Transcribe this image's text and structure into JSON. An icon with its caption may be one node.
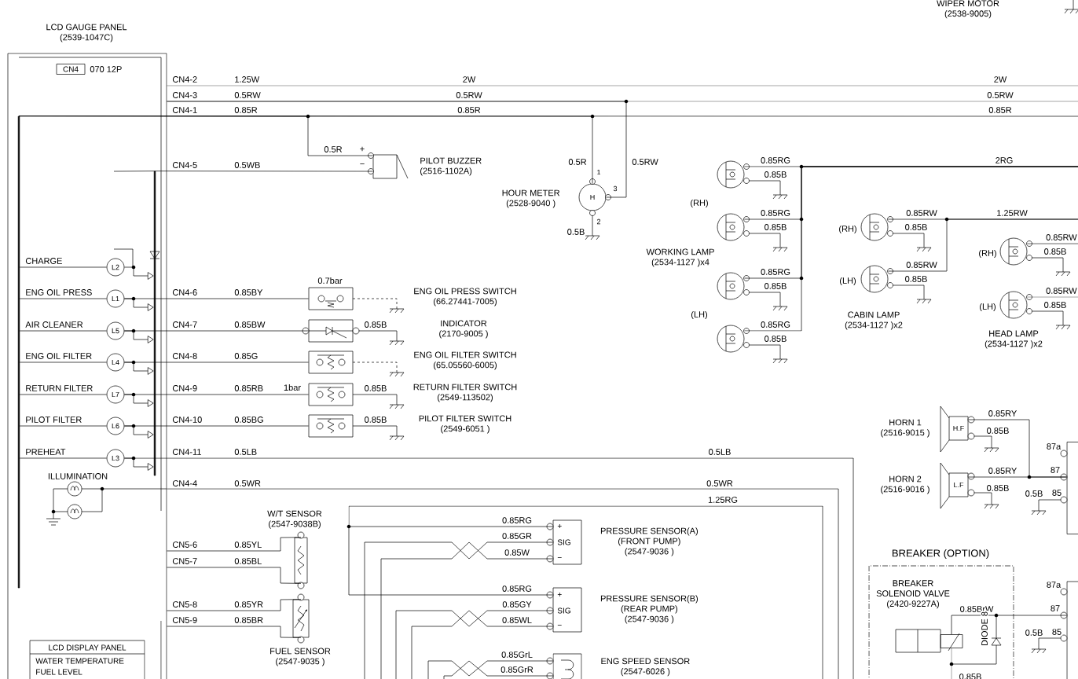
{
  "diagram": {
    "nodes": [
      {
        "text": [
          "LCD GAUGE PANEL (2539-1047C)"
        ]
      },
      {
        "text": [
          "CN4"
        ],
        "beside": [
          "070 12P"
        ],
        "in": 0
      },
      {
        "text": [
          "L2"
        ],
        "in": 0
      },
      {
        "text": [
          "L1"
        ],
        "in": 0
      },
      {
        "text": [
          "L5"
        ],
        "in": 0
      },
      {
        "text": [
          "L4"
        ],
        "in": 0
      },
      {
        "text": [
          "L7"
        ],
        "in": 0
      },
      {
        "text": [
          "L6"
        ],
        "in": 0
      },
      {
        "text": [
          "L3"
        ],
        "in": 0
      },
      {
        "text": [
          "LCD DISPLAY PANEL",
          "WATER TEMPERATURE",
          "FUEL LEVEL"
        ],
        "in": 0
      },
      {
        "text": [],
        "shape": "box",
        "beside": [
          "PILOT BUZZER (2516-1102A)"
        ]
      },
      {
        "text": [
          "H"
        ],
        "beside": [
          "HOUR METER (2528-9040 )"
        ]
      },
      {
        "text": [],
        "shape": "box",
        "beside": [
          "0.7bar"
        ]
      },
      {
        "text": [],
        "shape": "box"
      },
      {
        "text": [],
        "shape": "box"
      },
      {
        "text": [],
        "shape": "box",
        "beside": [
          "1bar"
        ]
      },
      {
        "text": [],
        "shape": "box"
      },
      {
        "text": [],
        "shape": "box",
        "beside": [
          "W/T SENSOR (2547-9038B)"
        ]
      },
      {
        "text": [],
        "shape": "box",
        "beside": [
          "FUEL SENSOR (2547-9035 )"
        ]
      },
      {
        "text": [
          "+",
          "SIG",
          "−"
        ],
        "beside": [
          "PRESSURE SENSOR(A) (FRONT PUMP) (2547-9036 )"
        ]
      },
      {
        "text": [
          "+",
          "SIG",
          "−"
        ],
        "beside": [
          "PRESSURE SENSOR(B) (REAR PUMP) (2547-9036 )"
        ]
      },
      {
        "text": [],
        "shape": "box",
        "beside": [
          "ENG SPEED SENSOR (2547-6026 )"
        ]
      },
      {
        "text": [],
        "shape": "lamp"
      },
      {
        "text": [],
        "shape": "lamp"
      },
      {
        "text": [],
        "shape": "lamp"
      },
      {
        "text": [],
        "shape": "lamp"
      },
      {
        "text": [],
        "shape": "lamp"
      },
      {
        "text": [],
        "shape": "lamp"
      },
      {
        "text": [],
        "shape": "lamp"
      },
      {
        "text": [],
        "shape": "lamp"
      },
      {
        "text": [
          "H.F"
        ],
        "beside": [
          "HORN 1 (2516-9015 )"
        ]
      },
      {
        "text": [
          "L.F"
        ],
        "beside": [
          "HORN 2 (2516-9016 )"
        ]
      },
      {
        "text": [],
        "shape": "box"
      },
      {
        "text": [
          "BREAKER (OPTION)"
        ]
      },
      {
        "text": [],
        "shape": "box",
        "beside": [
          "BREAKER SOLENOID VALVE (2420-9227A)"
        ],
        "in": 33
      },
      {
        "text": [],
        "shape": "box"
      },
      {
        "text": [],
        "shape": "bar",
        "in": 0
      },
      {
        "text": [],
        "shape": "bar",
        "in": 0
      }
    ],
    "edges": [
      {
        "from": 0,
        "to": null,
        "arrow": "none",
        "label": "1.25W"
      },
      {
        "from": 0,
        "to": null,
        "arrow": "none",
        "label": "0.5RW"
      },
      {
        "from": 36,
        "to": null,
        "arrow": "none",
        "label": "0.85R"
      },
      {
        "from": 0,
        "to": 11,
        "arrow": "none",
        "label": "0.5RW"
      },
      {
        "from": 36,
        "to": 11,
        "arrow": "none",
        "label": "0.5R"
      },
      {
        "from": 36,
        "to": 10,
        "arrow": "none",
        "label": "0.5R"
      },
      {
        "from": 37,
        "to": 10,
        "arrow": "none",
        "label": "0.5WB"
      },
      {
        "from": 3,
        "to": 12,
        "arrow": "none",
        "label": "0.85BY"
      },
      {
        "from": 4,
        "to": 13,
        "arrow": "none",
        "label": "0.85BW"
      },
      {
        "from": 5,
        "to": 14,
        "arrow": "none",
        "label": "0.85G"
      },
      {
        "from": 6,
        "to": 15,
        "arrow": "none",
        "label": "0.85RB"
      },
      {
        "from": 7,
        "to": 16,
        "arrow": "none",
        "label": "0.85BG"
      },
      {
        "from": 8,
        "to": null,
        "arrow": "none",
        "label": "0.5LB"
      },
      {
        "from": 0,
        "to": null,
        "arrow": "none",
        "label": "0.5WR"
      },
      {
        "from": 0,
        "to": 17,
        "arrow": "none",
        "label": "0.85YL"
      },
      {
        "from": 0,
        "to": 17,
        "arrow": "none",
        "label": "0.85BL"
      },
      {
        "from": 0,
        "to": 18,
        "arrow": "none",
        "label": "0.85YR"
      },
      {
        "from": 0,
        "to": 18,
        "arrow": "none",
        "label": "0.85BR"
      },
      {
        "from": null,
        "to": 19,
        "arrow": "none",
        "label": "0.85RG"
      },
      {
        "from": null,
        "to": 20,
        "arrow": "none",
        "label": "0.85RG"
      },
      {
        "from": 19,
        "to": null,
        "arrow": "none",
        "label": "0.85GR"
      },
      {
        "from": 19,
        "to": null,
        "arrow": "none",
        "label": "0.85W"
      },
      {
        "from": 20,
        "to": null,
        "arrow": "none",
        "label": "0.85GY"
      },
      {
        "from": 20,
        "to": null,
        "arrow": "none",
        "label": "0.85WL"
      },
      {
        "from": 21,
        "to": null,
        "arrow": "none",
        "label": "0.85GrL"
      },
      {
        "from": 21,
        "to": null,
        "arrow": "none",
        "label": "0.85GrR"
      },
      {
        "from": 22,
        "to": null,
        "arrow": "none",
        "label": "0.85RG"
      },
      {
        "from": 23,
        "to": null,
        "arrow": "none",
        "label": "0.85RG"
      },
      {
        "from": 24,
        "to": null,
        "arrow": "none",
        "label": "0.85RG"
      },
      {
        "from": 25,
        "to": null,
        "arrow": "none",
        "label": "0.85RG"
      },
      {
        "from": 26,
        "to": null,
        "arrow": "none",
        "label": "0.85RW"
      },
      {
        "from": 27,
        "to": null,
        "arrow": "none",
        "label": "0.85RW"
      },
      {
        "from": 28,
        "to": null,
        "arrow": "none",
        "label": "0.85RW"
      },
      {
        "from": 29,
        "to": null,
        "arrow": "none",
        "label": "0.85RW"
      },
      {
        "from": 30,
        "to": 32,
        "arrow": "none",
        "label": "0.85RY"
      },
      {
        "from": 31,
        "to": 32,
        "arrow": "none",
        "label": "0.85RY"
      },
      {
        "from": 34,
        "to": 35,
        "arrow": "none",
        "label": "0.85BrW"
      },
      {
        "from": null,
        "to": 37,
        "arrow": "none"
      },
      {
        "from": 36,
        "to": 2,
        "arrow": "none"
      },
      {
        "from": 36,
        "to": 3,
        "arrow": "none"
      },
      {
        "from": 36,
        "to": 4,
        "arrow": "none"
      },
      {
        "from": 36,
        "to": 5,
        "arrow": "none"
      },
      {
        "from": 36,
        "to": 6,
        "arrow": "none"
      },
      {
        "from": 36,
        "to": 7,
        "arrow": "none"
      },
      {
        "from": 36,
        "to": 8,
        "arrow": "none"
      },
      {
        "from": 2,
        "to": 37,
        "arrow": "to"
      },
      {
        "from": 3,
        "to": 37,
        "arrow": "to"
      },
      {
        "from": 4,
        "to": 37,
        "arrow": "to"
      },
      {
        "from": 5,
        "to": 37,
        "arrow": "to"
      },
      {
        "from": 6,
        "to": 37,
        "arrow": "to"
      },
      {
        "from": 7,
        "to": 37,
        "arrow": "to"
      },
      {
        "from": 8,
        "to": 37,
        "arrow": "to"
      }
    ],
    "labels": [
      "WIPER MOTOR (2538-9005)",
      "CN4-2",
      "2W",
      "2W",
      "CN4-3",
      "0.5RW",
      "0.5RW",
      "CN4-1",
      "0.85R",
      "0.85R",
      "+",
      "−",
      "CN4-5",
      "1",
      "3",
      "2",
      "0.5B",
      "(RH)",
      "0.85B",
      "0.85B",
      "0.85B",
      "0.85B",
      "(LH)",
      "WORKING LAMP (2534-1127 )x4",
      "2RG",
      "(RH)",
      "0.85B",
      "(LH)",
      "0.85B",
      "CABIN LAMP (2534-1127 )x2",
      "1.25RW",
      "(RH)",
      "0.85B",
      "(LH)",
      "0.85B",
      "HEAD LAMP (2534-1127 )x2",
      "CN4-6",
      "CN4-7",
      "0.85B",
      "CN4-8",
      "CN4-9",
      "0.85B",
      "CN4-10",
      "0.85B",
      "CN4-11",
      "0.5LB",
      "0.85B",
      "87a",
      "87",
      "0.85B",
      "0.5B",
      "85",
      "ILLUMINATION",
      "CN4-4",
      "0.5WR",
      "1.25RG",
      "CN5-6",
      "CN5-7",
      "87a",
      "87",
      "0.5B",
      "85",
      "DIODE 8",
      "CN5-8",
      "CN5-9",
      "0.85B",
      "CHARGE",
      "ENG OIL PRESS",
      "AIR CLEANER",
      "ENG OIL FILTER",
      "RETURN FILTER",
      "PILOT FILTER",
      "PREHEAT",
      "ENG OIL PRESS SWITCH (66.27441-7005)",
      "INDICATOR (2170-9005 )",
      "ENG OIL FILTER SWITCH (65.05560-6005)",
      "RETURN FILTER SWITCH (2549-113502)",
      "PILOT FILTER SWITCH (2549-6051 )"
    ]
  }
}
